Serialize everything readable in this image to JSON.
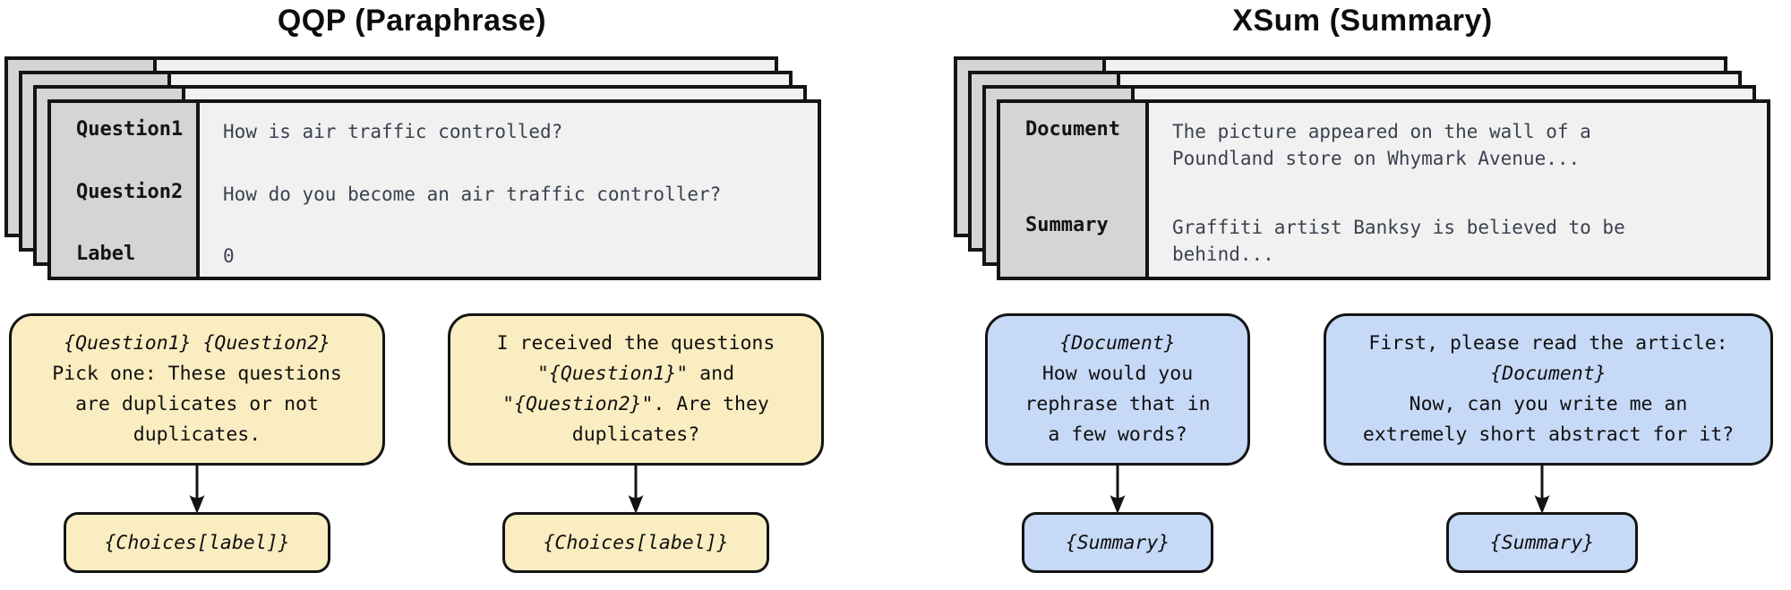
{
  "colors": {
    "qqp_accent": "#faedc1",
    "xsum_accent": "#c6d9f7",
    "card_label_bg": "#d5d5d5",
    "card_body_bg": "#f1f1f1",
    "border": "#141414"
  },
  "qqp": {
    "title": "QQP (Paraphrase)",
    "card": {
      "rows": [
        {
          "label": "Question1",
          "value": "How is air traffic controlled?"
        },
        {
          "label": "Question2",
          "value": "How do you become an air traffic controller?"
        },
        {
          "label": "Label",
          "value": "0"
        }
      ]
    },
    "prompt1": {
      "lines": [
        [
          {
            "t": "{Question1} {Question2}",
            "i": true
          }
        ],
        [
          {
            "t": "Pick one: These questions"
          }
        ],
        [
          {
            "t": "are duplicates or not"
          }
        ],
        [
          {
            "t": "duplicates."
          }
        ]
      ],
      "output": "{Choices[label]}"
    },
    "prompt2": {
      "lines": [
        [
          {
            "t": "I received the questions"
          }
        ],
        [
          {
            "t": "\""
          },
          {
            "t": "{Question1}",
            "i": true
          },
          {
            "t": "\" and"
          }
        ],
        [
          {
            "t": "\""
          },
          {
            "t": "{Question2}",
            "i": true
          },
          {
            "t": "\". Are they"
          }
        ],
        [
          {
            "t": "duplicates?"
          }
        ]
      ],
      "output": "{Choices[label]}"
    }
  },
  "xsum": {
    "title": "XSum (Summary)",
    "card": {
      "rows": [
        {
          "label": "Document",
          "value": "The picture appeared on the wall of a\nPoundland store on Whymark Avenue..."
        },
        {
          "label": "Summary",
          "value": "Graffiti artist Banksy is believed to be\nbehind..."
        }
      ]
    },
    "prompt1": {
      "lines": [
        [
          {
            "t": "{Document}",
            "i": true
          }
        ],
        [
          {
            "t": "How would you"
          }
        ],
        [
          {
            "t": "rephrase that in"
          }
        ],
        [
          {
            "t": "a few words?"
          }
        ]
      ],
      "output": "{Summary}"
    },
    "prompt2": {
      "lines": [
        [
          {
            "t": "First, please read the article:"
          }
        ],
        [
          {
            "t": "{Document}",
            "i": true
          }
        ],
        [
          {
            "t": "Now, can you write me an"
          }
        ],
        [
          {
            "t": "extremely short abstract for it?"
          }
        ]
      ],
      "output": "{Summary}"
    }
  }
}
